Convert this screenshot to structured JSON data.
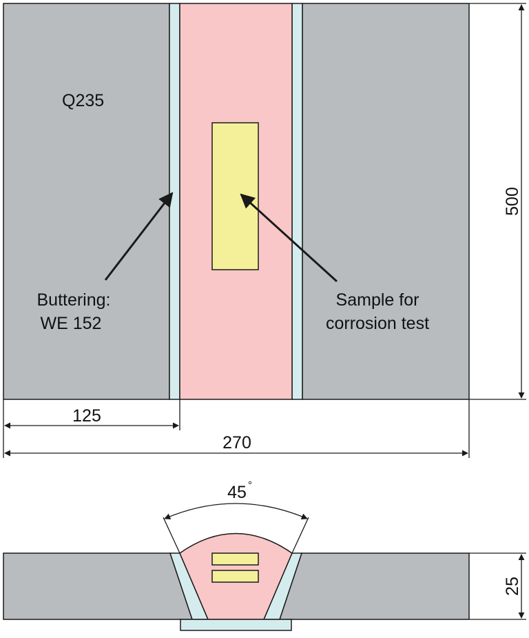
{
  "labels": {
    "material": "Q235",
    "buttering_line1": "Buttering:",
    "buttering_line2": "WE 152",
    "sample_line1": "Sample for",
    "sample_line2": "corrosion test"
  },
  "dimensions": {
    "plate_width": "125",
    "total_width": "270",
    "length": "500",
    "thickness": "25",
    "groove_angle": "45",
    "angle_unit": "°"
  },
  "colors": {
    "base_metal": "#b8bcbe",
    "buttering": "#d5ecee",
    "weld_metal": "#f9c7c7",
    "sample": "#f4f09a",
    "outline": "#1a1a1a"
  }
}
